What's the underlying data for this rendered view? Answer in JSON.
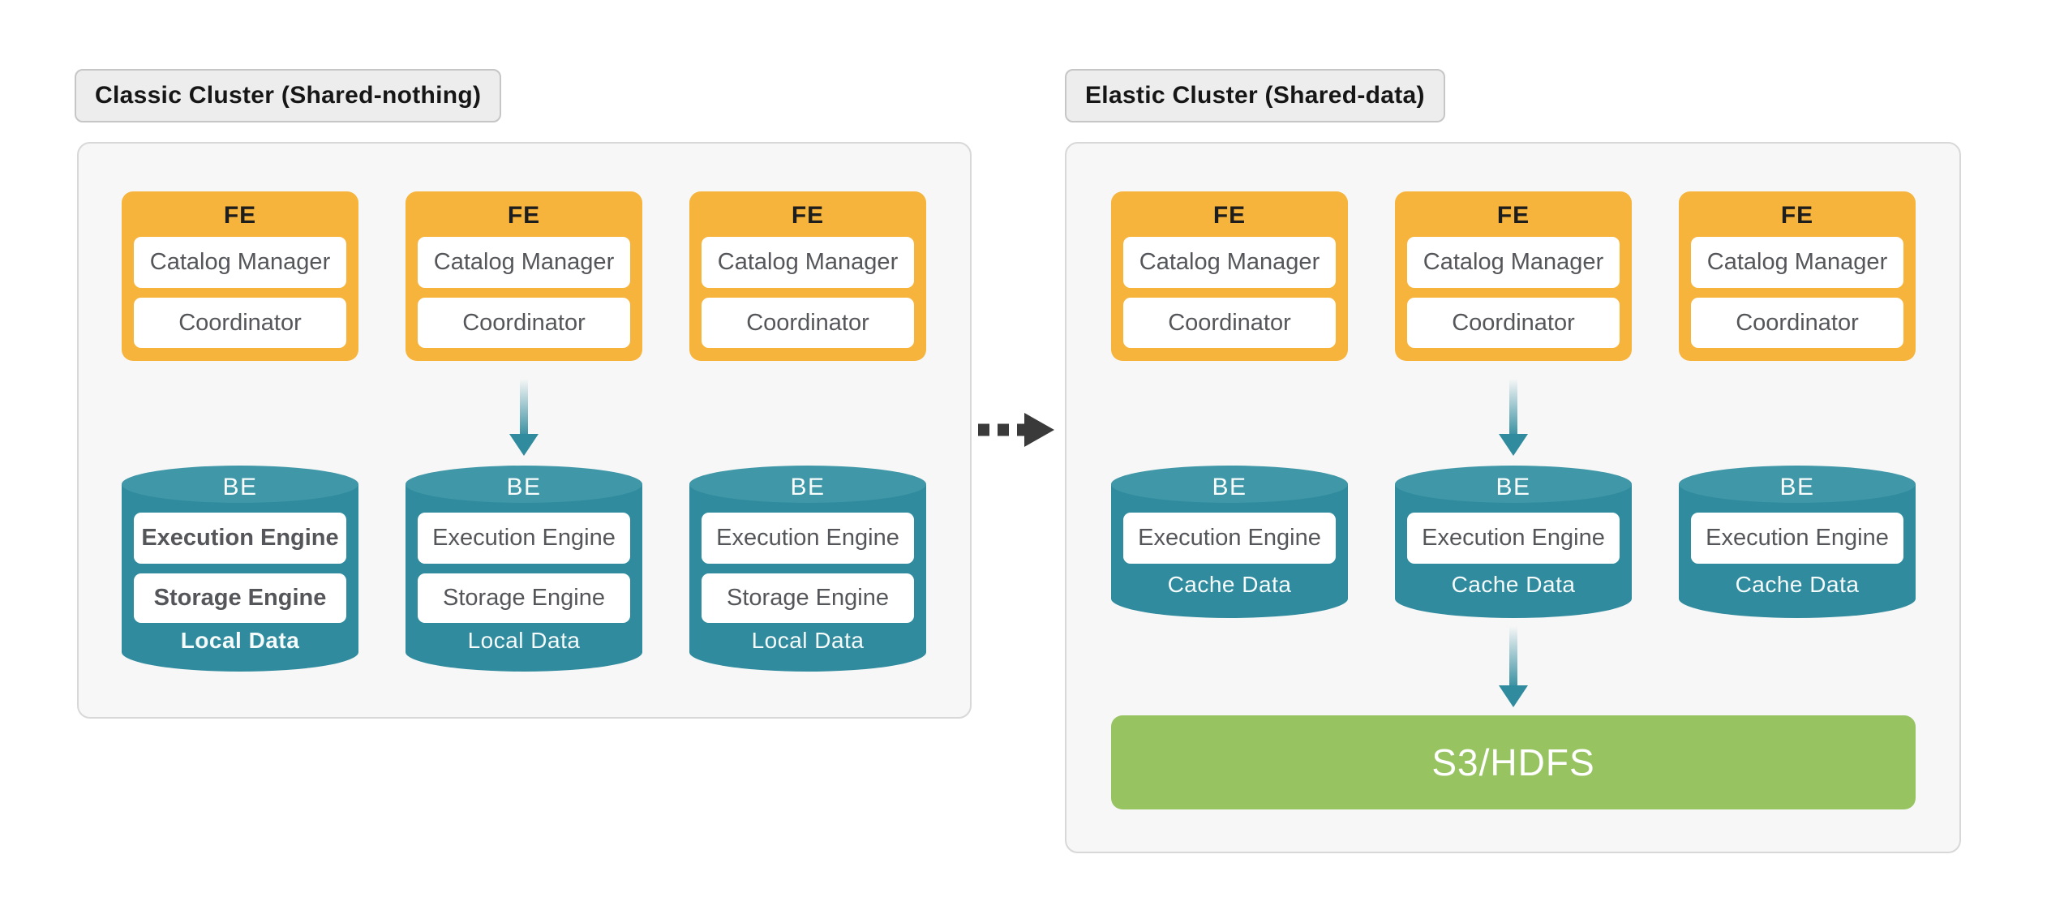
{
  "colors": {
    "fe_fill": "#F7B43C",
    "be_fill": "#2F8B9D",
    "be_top_fill": "#3F97A7",
    "storage_fill": "#97C461",
    "panel_fill": "#F7F7F7",
    "panel_border": "#D8D8D8",
    "label_fill": "#EDEDED",
    "label_border": "#C6C6C6",
    "inner_text": "#55565A",
    "arrow_dark": "#3A3A3A"
  },
  "clusters": [
    {
      "title": "Classic Cluster (Shared-nothing)",
      "fe_nodes": [
        {
          "header": "FE",
          "components": [
            "Catalog Manager",
            "Coordinator"
          ]
        },
        {
          "header": "FE",
          "components": [
            "Catalog Manager",
            "Coordinator"
          ]
        },
        {
          "header": "FE",
          "components": [
            "Catalog Manager",
            "Coordinator"
          ]
        }
      ],
      "be_nodes": [
        {
          "header": "BE",
          "components": [
            "Execution Engine",
            "Storage Engine"
          ],
          "footer": "Local Data"
        },
        {
          "header": "BE",
          "components": [
            "Execution Engine",
            "Storage Engine"
          ],
          "footer": "Local Data"
        },
        {
          "header": "BE",
          "components": [
            "Execution Engine",
            "Storage Engine"
          ],
          "footer": "Local Data"
        }
      ]
    },
    {
      "title": "Elastic Cluster (Shared-data)",
      "fe_nodes": [
        {
          "header": "FE",
          "components": [
            "Catalog Manager",
            "Coordinator"
          ]
        },
        {
          "header": "FE",
          "components": [
            "Catalog Manager",
            "Coordinator"
          ]
        },
        {
          "header": "FE",
          "components": [
            "Catalog Manager",
            "Coordinator"
          ]
        }
      ],
      "be_nodes": [
        {
          "header": "BE",
          "components": [
            "Execution Engine"
          ],
          "footer": "Cache Data"
        },
        {
          "header": "BE",
          "components": [
            "Execution Engine"
          ],
          "footer": "Cache Data"
        },
        {
          "header": "BE",
          "components": [
            "Execution Engine"
          ],
          "footer": "Cache Data"
        }
      ],
      "shared_storage": "S3/HDFS"
    }
  ]
}
